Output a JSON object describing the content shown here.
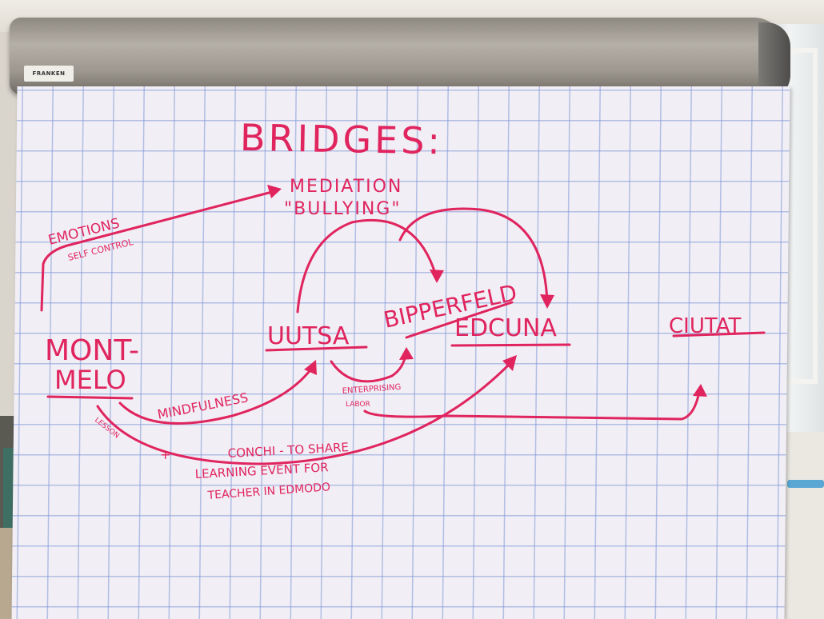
{
  "photo": {
    "flipchart_brand": "FRANKEN",
    "title": "BRIDGES:",
    "nodes": {
      "mediation": "MEDIATION",
      "bullying": "\"BULLYING\"",
      "emotions": "EMOTIONS",
      "self_control": "SELF CONTROL",
      "montmelo_1": "MONT-",
      "montmelo_2": "MELO",
      "uutsa": "UUTSA",
      "bipperfeld": "BIPPERFELD",
      "educuna": "EDCUNA",
      "ciutat": "CIUTAT"
    },
    "link_labels": {
      "mindfulness": "MINDFULNESS",
      "lesson": "LESSON",
      "plus": "+",
      "enterprising_1": "ENTERPRISING",
      "enterprising_2": "LABOR",
      "conchi": "CONCHI - TO SHARE",
      "learning_1": "LEARNING EVENT FOR",
      "learning_2": "TEACHER IN EDMODO"
    },
    "ink_color": "#e0245e"
  }
}
